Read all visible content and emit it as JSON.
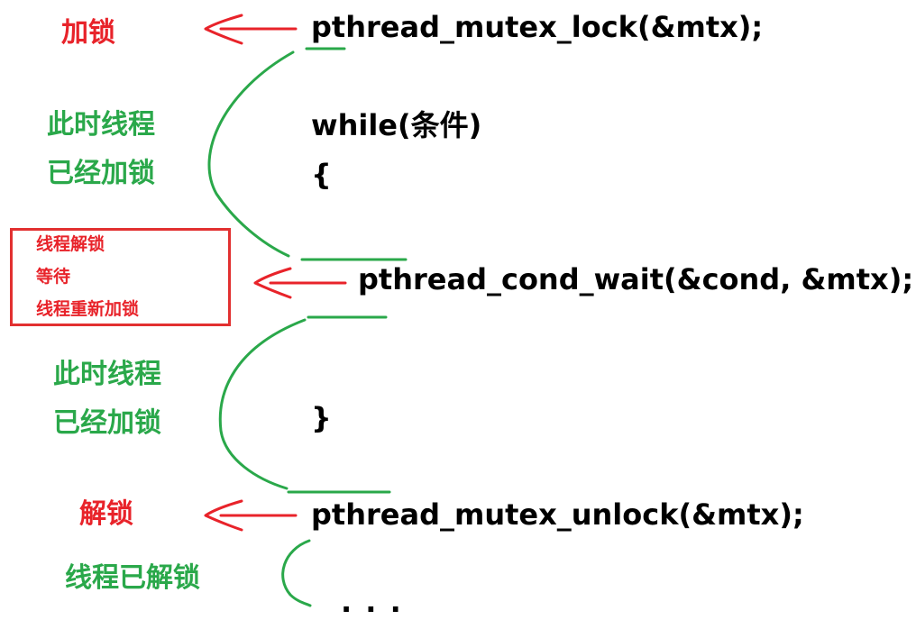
{
  "code": {
    "lock": "pthread_mutex_lock(&mtx);",
    "while": "while(条件)",
    "open_brace": "{",
    "wait": "pthread_cond_wait(&cond, &mtx);",
    "close_brace": "}",
    "unlock": "pthread_mutex_unlock(&mtx);",
    "ellipsis": ". . ."
  },
  "annotations": {
    "lock": "加锁",
    "locked_1_line1": "此时线程",
    "locked_1_line2": "已经加锁",
    "wait_box": [
      "线程解锁",
      "等待",
      "线程重新加锁"
    ],
    "locked_2_line1": "此时线程",
    "locked_2_line2": "已经加锁",
    "unlock": "解锁",
    "unlocked": "线程已解锁"
  },
  "colors": {
    "red": "#e8232a",
    "green": "#2aa84a",
    "text": "#000000"
  }
}
